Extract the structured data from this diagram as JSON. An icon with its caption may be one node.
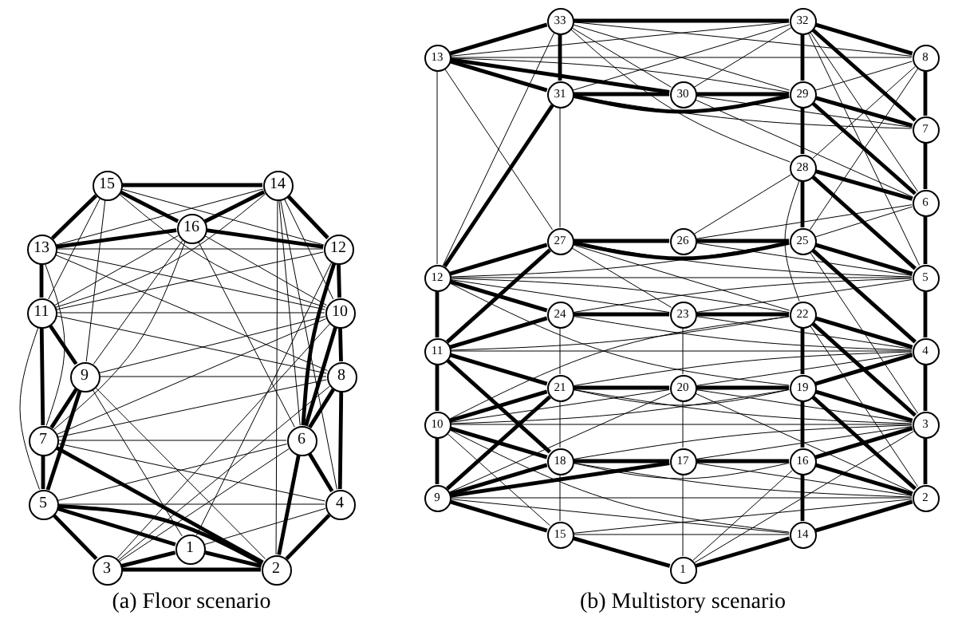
{
  "diagram": {
    "nodes": [
      {
        "text": [
          "1"
        ]
      },
      {
        "text": [
          "2"
        ]
      },
      {
        "text": [
          "3"
        ]
      },
      {
        "text": [
          "4"
        ]
      },
      {
        "text": [
          "5"
        ]
      },
      {
        "text": [
          "6"
        ]
      },
      {
        "text": [
          "7"
        ]
      },
      {
        "text": [
          "8"
        ]
      },
      {
        "text": [
          "9"
        ]
      },
      {
        "text": [
          "10"
        ]
      },
      {
        "text": [
          "11"
        ]
      },
      {
        "text": [
          "12"
        ]
      },
      {
        "text": [
          "13"
        ]
      },
      {
        "text": [
          "14"
        ]
      },
      {
        "text": [
          "15"
        ]
      },
      {
        "text": [
          "16"
        ]
      },
      {
        "text": [
          "1"
        ]
      },
      {
        "text": [
          "2"
        ]
      },
      {
        "text": [
          "3"
        ]
      },
      {
        "text": [
          "4"
        ]
      },
      {
        "text": [
          "5"
        ]
      },
      {
        "text": [
          "6"
        ]
      },
      {
        "text": [
          "7"
        ]
      },
      {
        "text": [
          "8"
        ]
      },
      {
        "text": [
          "9"
        ]
      },
      {
        "text": [
          "10"
        ]
      },
      {
        "text": [
          "11"
        ]
      },
      {
        "text": [
          "12"
        ]
      },
      {
        "text": [
          "13"
        ]
      },
      {
        "text": [
          "14"
        ]
      },
      {
        "text": [
          "15"
        ]
      },
      {
        "text": [
          "16"
        ]
      },
      {
        "text": [
          "17"
        ]
      },
      {
        "text": [
          "18"
        ]
      },
      {
        "text": [
          "19"
        ]
      },
      {
        "text": [
          "20"
        ]
      },
      {
        "text": [
          "21"
        ]
      },
      {
        "text": [
          "22"
        ]
      },
      {
        "text": [
          "23"
        ]
      },
      {
        "text": [
          "24"
        ]
      },
      {
        "text": [
          "25"
        ]
      },
      {
        "text": [
          "26"
        ]
      },
      {
        "text": [
          "27"
        ]
      },
      {
        "text": [
          "28"
        ]
      },
      {
        "text": [
          "29"
        ]
      },
      {
        "text": [
          "30"
        ]
      },
      {
        "text": [
          "31"
        ]
      },
      {
        "text": [
          "32"
        ]
      },
      {
        "text": [
          "33"
        ]
      }
    ],
    "edges": [
      {
        "from": 14,
        "to": 13,
        "arrow": "none",
        "style": "thick"
      },
      {
        "from": 14,
        "to": 15,
        "arrow": "none",
        "style": "thick"
      },
      {
        "from": 13,
        "to": 15,
        "arrow": "none",
        "style": "thick"
      },
      {
        "from": 12,
        "to": 10,
        "arrow": "none",
        "style": "thick"
      },
      {
        "from": 10,
        "to": 6,
        "arrow": "none",
        "style": "thick"
      },
      {
        "from": 6,
        "to": 4,
        "arrow": "none",
        "style": "thick"
      },
      {
        "from": 4,
        "to": 2,
        "arrow": "none",
        "style": "thick"
      },
      {
        "from": 4,
        "to": 0,
        "arrow": "none",
        "style": "thick"
      },
      {
        "from": 2,
        "to": 0,
        "arrow": "none",
        "style": "thick"
      },
      {
        "from": 2,
        "to": 1,
        "arrow": "none",
        "style": "thick"
      },
      {
        "from": 0,
        "to": 1,
        "arrow": "none",
        "style": "thick"
      },
      {
        "from": 11,
        "to": 9,
        "arrow": "none",
        "style": "thick"
      },
      {
        "from": 9,
        "to": 7,
        "arrow": "none",
        "style": "thick"
      },
      {
        "from": 7,
        "to": 3,
        "arrow": "none",
        "style": "thick"
      },
      {
        "from": 11,
        "to": 5,
        "arrow": "none",
        "style": "thick"
      },
      {
        "from": 9,
        "to": 5,
        "arrow": "none",
        "style": "thick"
      },
      {
        "from": 7,
        "to": 5,
        "arrow": "none",
        "style": "thick"
      },
      {
        "from": 5,
        "to": 3,
        "arrow": "none",
        "style": "thick"
      },
      {
        "from": 5,
        "to": 1,
        "arrow": "none",
        "style": "thick"
      },
      {
        "from": 3,
        "to": 1,
        "arrow": "none",
        "style": "thick"
      },
      {
        "from": 8,
        "to": 6,
        "arrow": "none",
        "style": "thick"
      },
      {
        "from": 8,
        "to": 4,
        "arrow": "none",
        "style": "thick"
      },
      {
        "from": 6,
        "to": 1,
        "arrow": "none",
        "style": "thick"
      },
      {
        "from": 4,
        "to": 1,
        "arrow": "none",
        "style": "thick"
      },
      {
        "from": 15,
        "to": 11,
        "arrow": "none",
        "style": "thick"
      },
      {
        "from": 10,
        "to": 8,
        "arrow": "none",
        "style": "thick"
      },
      {
        "from": 14,
        "to": 12,
        "arrow": "none",
        "style": "thick"
      },
      {
        "from": 13,
        "to": 11,
        "arrow": "none",
        "style": "thick"
      },
      {
        "from": 15,
        "to": 12,
        "arrow": "none",
        "style": "thick"
      },
      {
        "from": 14,
        "to": 8,
        "arrow": "none"
      },
      {
        "from": 14,
        "to": 10,
        "arrow": "none"
      },
      {
        "from": 14,
        "to": 9,
        "arrow": "none"
      },
      {
        "from": 14,
        "to": 11,
        "arrow": "none"
      },
      {
        "from": 13,
        "to": 12,
        "arrow": "none"
      },
      {
        "from": 13,
        "to": 10,
        "arrow": "none"
      },
      {
        "from": 13,
        "to": 9,
        "arrow": "none"
      },
      {
        "from": 13,
        "to": 5,
        "arrow": "none"
      },
      {
        "from": 13,
        "to": 3,
        "arrow": "none"
      },
      {
        "from": 13,
        "to": 1,
        "arrow": "none"
      },
      {
        "from": 15,
        "to": 10,
        "arrow": "none"
      },
      {
        "from": 15,
        "to": 9,
        "arrow": "none"
      },
      {
        "from": 15,
        "to": 8,
        "arrow": "none"
      },
      {
        "from": 15,
        "to": 5,
        "arrow": "none"
      },
      {
        "from": 15,
        "to": 6,
        "arrow": "none"
      },
      {
        "from": 12,
        "to": 11,
        "arrow": "none"
      },
      {
        "from": 12,
        "to": 9,
        "arrow": "none"
      },
      {
        "from": 12,
        "to": 7,
        "arrow": "none"
      },
      {
        "from": 10,
        "to": 9,
        "arrow": "none"
      },
      {
        "from": 10,
        "to": 11,
        "arrow": "none"
      },
      {
        "from": 10,
        "to": 7,
        "arrow": "none"
      },
      {
        "from": 8,
        "to": 7,
        "arrow": "none"
      },
      {
        "from": 8,
        "to": 1,
        "arrow": "none"
      },
      {
        "from": 8,
        "to": 0,
        "arrow": "none"
      },
      {
        "from": 8,
        "to": 9,
        "arrow": "none"
      },
      {
        "from": 6,
        "to": 9,
        "arrow": "none"
      },
      {
        "from": 6,
        "to": 7,
        "arrow": "none"
      },
      {
        "from": 6,
        "to": 5,
        "arrow": "none"
      },
      {
        "from": 6,
        "to": 3,
        "arrow": "none"
      },
      {
        "from": 4,
        "to": 3,
        "arrow": "none"
      },
      {
        "from": 4,
        "to": 5,
        "arrow": "none"
      },
      {
        "from": 2,
        "to": 5,
        "arrow": "none"
      },
      {
        "from": 2,
        "to": 7,
        "arrow": "none"
      },
      {
        "from": 2,
        "to": 9,
        "arrow": "none"
      },
      {
        "from": 0,
        "to": 3,
        "arrow": "none"
      },
      {
        "from": 0,
        "to": 11,
        "arrow": "none"
      },
      {
        "from": 10,
        "to": 4,
        "arrow": "none"
      },
      {
        "from": 12,
        "to": 6,
        "arrow": "none"
      },
      {
        "from": 48,
        "to": 47,
        "arrow": "none",
        "style": "thick"
      },
      {
        "from": 48,
        "to": 28,
        "arrow": "none",
        "style": "thick"
      },
      {
        "from": 48,
        "to": 46,
        "arrow": "none",
        "style": "thick"
      },
      {
        "from": 47,
        "to": 23,
        "arrow": "none",
        "style": "thick"
      },
      {
        "from": 47,
        "to": 44,
        "arrow": "none",
        "style": "thick"
      },
      {
        "from": 28,
        "to": 46,
        "arrow": "none",
        "style": "thick"
      },
      {
        "from": 46,
        "to": 45,
        "arrow": "none",
        "style": "thick"
      },
      {
        "from": 45,
        "to": 44,
        "arrow": "none",
        "style": "thick"
      },
      {
        "from": 46,
        "to": 44,
        "arrow": "none",
        "style": "thick"
      },
      {
        "from": 44,
        "to": 22,
        "arrow": "none",
        "style": "thick"
      },
      {
        "from": 44,
        "to": 43,
        "arrow": "none",
        "style": "thick"
      },
      {
        "from": 43,
        "to": 40,
        "arrow": "none",
        "style": "thick"
      },
      {
        "from": 43,
        "to": 21,
        "arrow": "none",
        "style": "thick"
      },
      {
        "from": 23,
        "to": 22,
        "arrow": "none",
        "style": "thick"
      },
      {
        "from": 22,
        "to": 21,
        "arrow": "none",
        "style": "thick"
      },
      {
        "from": 21,
        "to": 20,
        "arrow": "none",
        "style": "thick"
      },
      {
        "from": 20,
        "to": 19,
        "arrow": "none",
        "style": "thick"
      },
      {
        "from": 19,
        "to": 18,
        "arrow": "none",
        "style": "thick"
      },
      {
        "from": 18,
        "to": 17,
        "arrow": "none",
        "style": "thick"
      },
      {
        "from": 28,
        "to": 45,
        "arrow": "none",
        "style": "thick"
      },
      {
        "from": 27,
        "to": 42,
        "arrow": "none",
        "style": "thick"
      },
      {
        "from": 42,
        "to": 41,
        "arrow": "none",
        "style": "thick"
      },
      {
        "from": 41,
        "to": 40,
        "arrow": "none",
        "style": "thick"
      },
      {
        "from": 42,
        "to": 40,
        "arrow": "none",
        "style": "thick"
      },
      {
        "from": 27,
        "to": 39,
        "arrow": "none",
        "style": "thick"
      },
      {
        "from": 39,
        "to": 38,
        "arrow": "none",
        "style": "thick"
      },
      {
        "from": 38,
        "to": 37,
        "arrow": "none",
        "style": "thick"
      },
      {
        "from": 40,
        "to": 20,
        "arrow": "none",
        "style": "thick"
      },
      {
        "from": 37,
        "to": 19,
        "arrow": "none",
        "style": "thick"
      },
      {
        "from": 27,
        "to": 26,
        "arrow": "none",
        "style": "thick"
      },
      {
        "from": 26,
        "to": 25,
        "arrow": "none",
        "style": "thick"
      },
      {
        "from": 25,
        "to": 24,
        "arrow": "none",
        "style": "thick"
      },
      {
        "from": 26,
        "to": 36,
        "arrow": "none",
        "style": "thick"
      },
      {
        "from": 36,
        "to": 35,
        "arrow": "none",
        "style": "thick"
      },
      {
        "from": 35,
        "to": 34,
        "arrow": "none",
        "style": "thick"
      },
      {
        "from": 34,
        "to": 18,
        "arrow": "none",
        "style": "thick"
      },
      {
        "from": 25,
        "to": 33,
        "arrow": "none",
        "style": "thick"
      },
      {
        "from": 33,
        "to": 32,
        "arrow": "none",
        "style": "thick"
      },
      {
        "from": 32,
        "to": 31,
        "arrow": "none",
        "style": "thick"
      },
      {
        "from": 31,
        "to": 17,
        "arrow": "none",
        "style": "thick"
      },
      {
        "from": 24,
        "to": 30,
        "arrow": "none",
        "style": "thick"
      },
      {
        "from": 30,
        "to": 16,
        "arrow": "none",
        "style": "thick"
      },
      {
        "from": 16,
        "to": 29,
        "arrow": "none",
        "style": "thick"
      },
      {
        "from": 29,
        "to": 17,
        "arrow": "none",
        "style": "thick"
      },
      {
        "from": 24,
        "to": 33,
        "arrow": "none",
        "style": "thick"
      },
      {
        "from": 24,
        "to": 32,
        "arrow": "none",
        "style": "thick"
      },
      {
        "from": 39,
        "to": 36,
        "arrow": "none"
      },
      {
        "from": 36,
        "to": 33,
        "arrow": "none"
      },
      {
        "from": 33,
        "to": 30,
        "arrow": "none"
      },
      {
        "from": 37,
        "to": 34,
        "arrow": "none",
        "style": "thick"
      },
      {
        "from": 34,
        "to": 31,
        "arrow": "none",
        "style": "thick"
      },
      {
        "from": 31,
        "to": 29,
        "arrow": "none",
        "style": "thick"
      },
      {
        "from": 46,
        "to": 27,
        "arrow": "none",
        "style": "thick"
      },
      {
        "from": 47,
        "to": 22,
        "arrow": "none",
        "style": "thick"
      },
      {
        "from": 44,
        "to": 21,
        "arrow": "none",
        "style": "thick"
      },
      {
        "from": 43,
        "to": 20,
        "arrow": "none",
        "style": "thick"
      },
      {
        "from": 40,
        "to": 19,
        "arrow": "none",
        "style": "thick"
      },
      {
        "from": 37,
        "to": 18,
        "arrow": "none",
        "style": "thick"
      },
      {
        "from": 34,
        "to": 17,
        "arrow": "none",
        "style": "thick"
      },
      {
        "from": 26,
        "to": 39,
        "arrow": "none",
        "style": "thick"
      },
      {
        "from": 25,
        "to": 36,
        "arrow": "none",
        "style": "thick"
      },
      {
        "from": 24,
        "to": 36,
        "arrow": "none",
        "style": "thick"
      },
      {
        "from": 26,
        "to": 33,
        "arrow": "none",
        "style": "thick"
      },
      {
        "from": 42,
        "to": 26,
        "arrow": "none",
        "style": "thick"
      },
      {
        "from": 19,
        "to": 34,
        "arrow": "none",
        "style": "thick"
      },
      {
        "from": 18,
        "to": 31,
        "arrow": "none",
        "style": "thick"
      },
      {
        "from": 48,
        "to": 45,
        "arrow": "none"
      },
      {
        "from": 48,
        "to": 44,
        "arrow": "none"
      },
      {
        "from": 48,
        "to": 27,
        "arrow": "none"
      },
      {
        "from": 47,
        "to": 45,
        "arrow": "none"
      },
      {
        "from": 47,
        "to": 21,
        "arrow": "none"
      },
      {
        "from": 47,
        "to": 20,
        "arrow": "none"
      },
      {
        "from": 28,
        "to": 27,
        "arrow": "none"
      },
      {
        "from": 28,
        "to": 42,
        "arrow": "none"
      },
      {
        "from": 28,
        "to": 44,
        "arrow": "none"
      },
      {
        "from": 23,
        "to": 44,
        "arrow": "none"
      },
      {
        "from": 23,
        "to": 43,
        "arrow": "none"
      },
      {
        "from": 23,
        "to": 40,
        "arrow": "none"
      },
      {
        "from": 46,
        "to": 42,
        "arrow": "none"
      },
      {
        "from": 45,
        "to": 22,
        "arrow": "none"
      },
      {
        "from": 45,
        "to": 21,
        "arrow": "none"
      },
      {
        "from": 43,
        "to": 41,
        "arrow": "none"
      },
      {
        "from": 43,
        "to": 37,
        "arrow": "none"
      },
      {
        "from": 41,
        "to": 20,
        "arrow": "none"
      },
      {
        "from": 42,
        "to": 38,
        "arrow": "none"
      },
      {
        "from": 38,
        "to": 35,
        "arrow": "none"
      },
      {
        "from": 35,
        "to": 32,
        "arrow": "none"
      },
      {
        "from": 32,
        "to": 16,
        "arrow": "none"
      },
      {
        "from": 30,
        "to": 29,
        "arrow": "none"
      },
      {
        "from": 27,
        "to": 38,
        "arrow": "none"
      },
      {
        "from": 27,
        "to": 37,
        "arrow": "none"
      },
      {
        "from": 38,
        "to": 20,
        "arrow": "none"
      },
      {
        "from": 38,
        "to": 19,
        "arrow": "none"
      },
      {
        "from": 37,
        "to": 17,
        "arrow": "none"
      },
      {
        "from": 35,
        "to": 18,
        "arrow": "none"
      },
      {
        "from": 35,
        "to": 17,
        "arrow": "none"
      },
      {
        "from": 35,
        "to": 25,
        "arrow": "none"
      },
      {
        "from": 35,
        "to": 24,
        "arrow": "none"
      },
      {
        "from": 32,
        "to": 18,
        "arrow": "none"
      },
      {
        "from": 33,
        "to": 17,
        "arrow": "none"
      },
      {
        "from": 36,
        "to": 18,
        "arrow": "none"
      },
      {
        "from": 39,
        "to": 19,
        "arrow": "none"
      },
      {
        "from": 25,
        "to": 37,
        "arrow": "none"
      },
      {
        "from": 24,
        "to": 17,
        "arrow": "none"
      },
      {
        "from": 24,
        "to": 29,
        "arrow": "none"
      },
      {
        "from": 25,
        "to": 29,
        "arrow": "none"
      },
      {
        "from": 27,
        "to": 34,
        "arrow": "none"
      },
      {
        "from": 16,
        "to": 18,
        "arrow": "none"
      },
      {
        "from": 16,
        "to": 31,
        "arrow": "none"
      },
      {
        "from": 30,
        "to": 25,
        "arrow": "none"
      },
      {
        "from": 28,
        "to": 23,
        "arrow": "none"
      },
      {
        "from": 28,
        "to": 47,
        "arrow": "none"
      },
      {
        "from": 48,
        "to": 23,
        "arrow": "none"
      },
      {
        "from": 48,
        "to": 43,
        "arrow": "none"
      },
      {
        "from": 47,
        "to": 46,
        "arrow": "none"
      },
      {
        "from": 46,
        "to": 22,
        "arrow": "none"
      },
      {
        "from": 42,
        "to": 20,
        "arrow": "none"
      },
      {
        "from": 41,
        "to": 21,
        "arrow": "none"
      },
      {
        "from": 42,
        "to": 37,
        "arrow": "none"
      },
      {
        "from": 40,
        "to": 21,
        "arrow": "none"
      },
      {
        "from": 40,
        "to": 18,
        "arrow": "none"
      },
      {
        "from": 39,
        "to": 20,
        "arrow": "none"
      },
      {
        "from": 36,
        "to": 19,
        "arrow": "none"
      },
      {
        "from": 36,
        "to": 34,
        "arrow": "none"
      },
      {
        "from": 35,
        "to": 19,
        "arrow": "none"
      },
      {
        "from": 33,
        "to": 18,
        "arrow": "none"
      },
      {
        "from": 33,
        "to": 31,
        "arrow": "none"
      },
      {
        "from": 32,
        "to": 17,
        "arrow": "none"
      },
      {
        "from": 30,
        "to": 17,
        "arrow": "none"
      },
      {
        "from": 27,
        "to": 20,
        "arrow": "none"
      },
      {
        "from": 26,
        "to": 19,
        "arrow": "none"
      },
      {
        "from": 25,
        "to": 18,
        "arrow": "none"
      },
      {
        "from": 26,
        "to": 37,
        "arrow": "none"
      },
      {
        "from": 25,
        "to": 34,
        "arrow": "none"
      },
      {
        "from": 27,
        "to": 40,
        "arrow": "none"
      }
    ],
    "labels": [
      "(a) Floor scenario",
      "(b) Multistory scenario"
    ]
  }
}
